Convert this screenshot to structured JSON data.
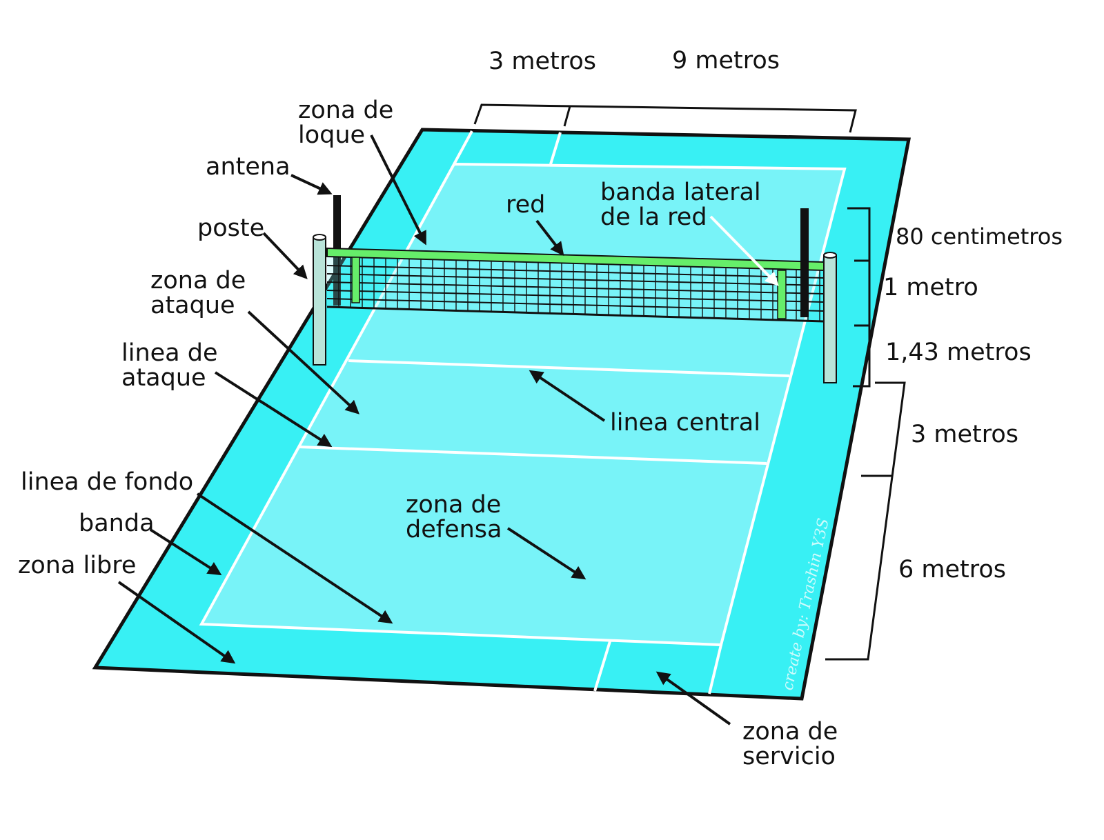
{
  "colors": {
    "outer_zone": "#38f0f4",
    "inner_court": "#78f3f8",
    "court_lines": "#ffffff",
    "net_band": "#66ee6a",
    "antenna": "#111111",
    "post": "#b9e4d9",
    "arrow": "#111111",
    "arrow_white": "#ffffff"
  },
  "labels": {
    "zona_bloque": [
      "zona de",
      "loque"
    ],
    "antena": "antena",
    "poste": "poste",
    "zona_ataque": [
      "zona de",
      "ataque"
    ],
    "linea_ataque": [
      "linea de",
      "ataque"
    ],
    "linea_fondo": "linea de fondo",
    "banda": "banda",
    "zona_libre": "zona libre",
    "red": "red",
    "banda_lateral": [
      "banda lateral",
      "de la red"
    ],
    "linea_central": "linea central",
    "zona_defensa": [
      "zona de",
      "defensa"
    ],
    "zona_servicio": [
      "zona de",
      "servicio"
    ]
  },
  "dimensions": {
    "top_left": "3 metros",
    "top_right": "9 metros",
    "net_top": "80 centimetros",
    "net_mid": "1 metro",
    "net_bottom": "1,43 metros",
    "side_attack": "3 metros",
    "side_defense": "6 metros"
  },
  "watermark": "create by: Trashin Y3S"
}
